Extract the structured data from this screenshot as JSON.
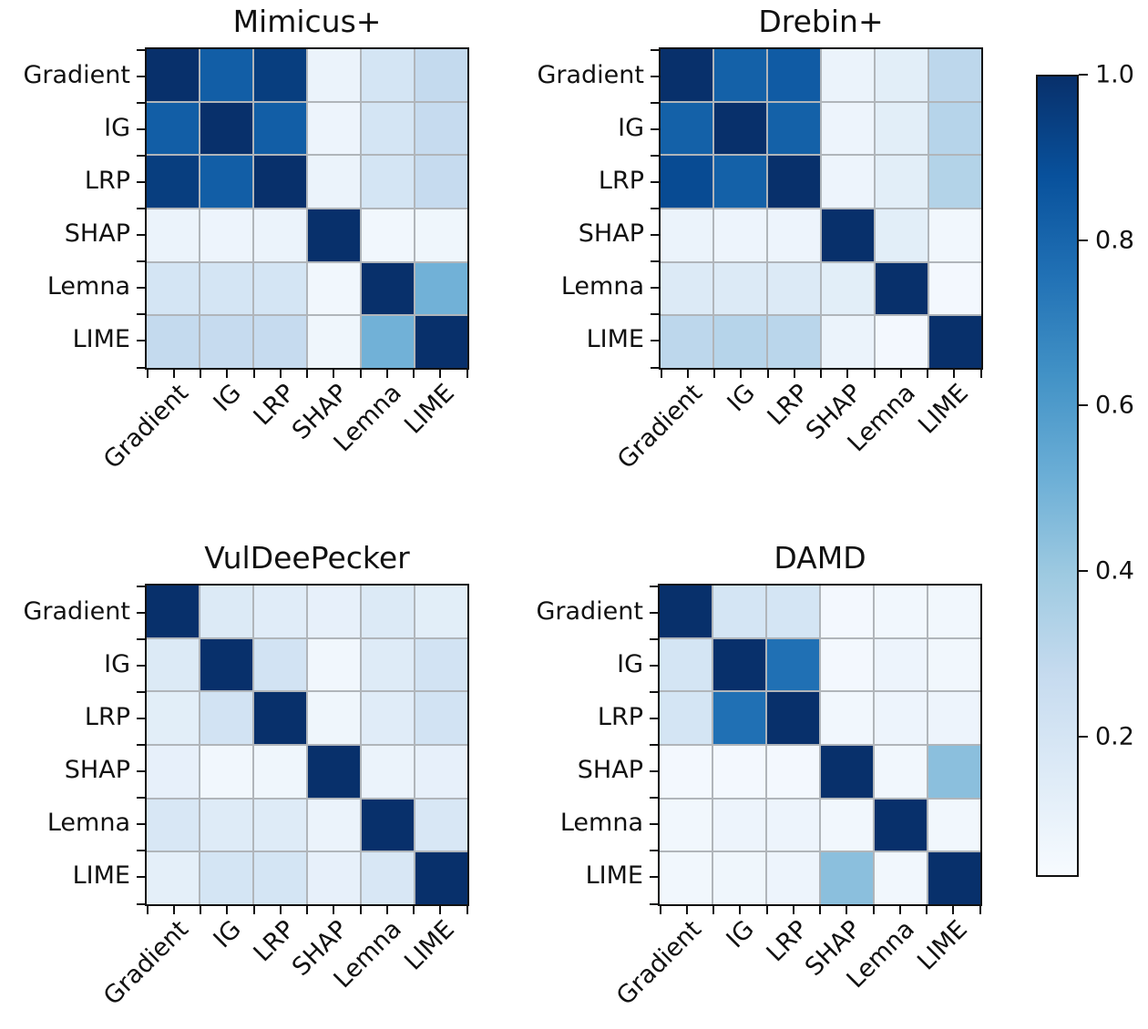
{
  "methods": [
    "Gradient",
    "IG",
    "LRP",
    "SHAP",
    "Lemna",
    "LIME"
  ],
  "chart_data": [
    {
      "type": "heatmap",
      "title": "Mimicus+",
      "categories": [
        "Gradient",
        "IG",
        "LRP",
        "SHAP",
        "Lemna",
        "LIME"
      ],
      "matrix": [
        [
          1.0,
          0.83,
          0.95,
          0.09,
          0.2,
          0.28
        ],
        [
          0.83,
          1.0,
          0.83,
          0.08,
          0.2,
          0.27
        ],
        [
          0.95,
          0.83,
          1.0,
          0.09,
          0.2,
          0.27
        ],
        [
          0.09,
          0.08,
          0.09,
          1.0,
          0.06,
          0.07
        ],
        [
          0.2,
          0.2,
          0.2,
          0.06,
          1.0,
          0.5
        ],
        [
          0.28,
          0.27,
          0.27,
          0.07,
          0.5,
          1.0
        ]
      ]
    },
    {
      "type": "heatmap",
      "title": "Drebin+",
      "categories": [
        "Gradient",
        "IG",
        "LRP",
        "SHAP",
        "Lemna",
        "LIME"
      ],
      "matrix": [
        [
          1.0,
          0.82,
          0.84,
          0.09,
          0.13,
          0.3
        ],
        [
          0.82,
          1.0,
          0.82,
          0.08,
          0.13,
          0.32
        ],
        [
          0.9,
          0.82,
          1.0,
          0.08,
          0.13,
          0.33
        ],
        [
          0.09,
          0.08,
          0.08,
          1.0,
          0.13,
          0.06
        ],
        [
          0.16,
          0.16,
          0.16,
          0.13,
          1.0,
          0.05
        ],
        [
          0.3,
          0.32,
          0.31,
          0.09,
          0.05,
          1.0
        ]
      ]
    },
    {
      "type": "heatmap",
      "title": "VulDeePecker",
      "categories": [
        "Gradient",
        "IG",
        "LRP",
        "SHAP",
        "Lemna",
        "LIME"
      ],
      "matrix": [
        [
          1.0,
          0.16,
          0.14,
          0.11,
          0.16,
          0.13
        ],
        [
          0.16,
          1.0,
          0.21,
          0.06,
          0.15,
          0.21
        ],
        [
          0.13,
          0.21,
          1.0,
          0.07,
          0.14,
          0.21
        ],
        [
          0.11,
          0.06,
          0.07,
          1.0,
          0.09,
          0.11
        ],
        [
          0.18,
          0.15,
          0.15,
          0.09,
          1.0,
          0.18
        ],
        [
          0.12,
          0.2,
          0.2,
          0.11,
          0.18,
          1.0
        ]
      ]
    },
    {
      "type": "heatmap",
      "title": "DAMD",
      "categories": [
        "Gradient",
        "IG",
        "LRP",
        "SHAP",
        "Lemna",
        "LIME"
      ],
      "matrix": [
        [
          1.0,
          0.2,
          0.2,
          0.05,
          0.06,
          0.06
        ],
        [
          0.2,
          1.0,
          0.76,
          0.05,
          0.08,
          0.06
        ],
        [
          0.2,
          0.76,
          1.0,
          0.06,
          0.08,
          0.08
        ],
        [
          0.05,
          0.05,
          0.05,
          1.0,
          0.06,
          0.44
        ],
        [
          0.06,
          0.08,
          0.08,
          0.06,
          1.0,
          0.06
        ],
        [
          0.06,
          0.07,
          0.08,
          0.44,
          0.06,
          1.0
        ]
      ]
    }
  ],
  "colorbar": {
    "colormap": "Blues",
    "vmin": 0.03,
    "vmax": 1.0,
    "tick_labels": [
      "1.0",
      "0.8",
      "0.6",
      "0.4",
      "0.2"
    ],
    "tick_values": [
      1.0,
      0.8,
      0.6,
      0.4,
      0.2
    ],
    "anchors": [
      [
        0.0,
        "#f7fbff"
      ],
      [
        0.125,
        "#deebf7"
      ],
      [
        0.25,
        "#c6dbef"
      ],
      [
        0.375,
        "#9ecae1"
      ],
      [
        0.5,
        "#6baed6"
      ],
      [
        0.625,
        "#4292c6"
      ],
      [
        0.75,
        "#2171b5"
      ],
      [
        0.875,
        "#08519c"
      ],
      [
        1.0,
        "#08306b"
      ]
    ]
  },
  "colors": {
    "background": "#ffffff",
    "axis": "#111111",
    "grid_line": "#b0b5ba",
    "text": "#111111"
  }
}
